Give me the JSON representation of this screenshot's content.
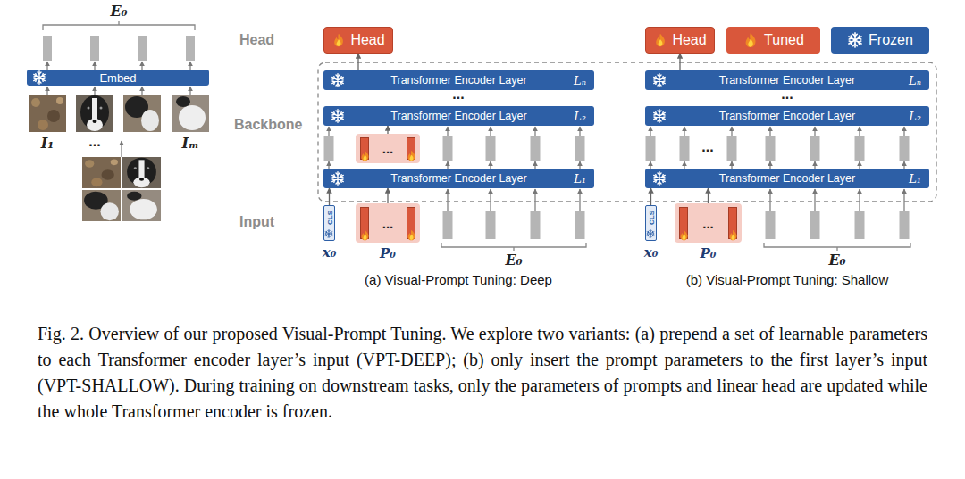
{
  "diagram": {
    "caption": "Fig. 2. Overview of our proposed Visual-Prompt Tuning. We explore two variants: (a) prepend a set of learnable parameters to each Transformer encoder layer’s input (VPT-DEEP); (b) only insert the prompt parameters to the first layer’s input (VPT-SHALLOW). During training on downstream tasks, only the parameters of prompts and linear head are updated while the whole Transformer encoder is frozen.",
    "nodes": [
      {
        "text": [
          "Embed"
        ]
      },
      {
        "text": [
          "Head"
        ]
      },
      {
        "text": [
          "Transformer Encoder Layer",
          "Lₙ"
        ]
      },
      {
        "text": [
          "Transformer Encoder Layer",
          "L₂"
        ]
      },
      {
        "text": [
          "..."
        ]
      },
      {
        "text": [
          "Transformer Encoder Layer",
          "L₁"
        ]
      },
      {
        "text": [
          "CLS",
          "x₀"
        ]
      },
      {
        "text": [
          "...",
          "P₀"
        ]
      },
      {
        "text": [
          "Head"
        ]
      },
      {
        "text": [
          "Transformer Encoder Layer",
          "Lₙ"
        ]
      },
      {
        "text": [
          "Transformer Encoder Layer",
          "L₂"
        ]
      },
      {
        "text": [
          "Transformer Encoder Layer",
          "L₁"
        ]
      },
      {
        "text": [
          "CLS",
          "x₀"
        ]
      },
      {
        "text": [
          "...",
          "P₀"
        ]
      }
    ],
    "edges": [
      {
        "from": 2,
        "to": 1,
        "arrow": "to"
      },
      {
        "from": 6,
        "to": 5,
        "arrow": "to"
      },
      {
        "from": 7,
        "to": 5,
        "arrow": "to"
      },
      {
        "from": 4,
        "to": 3,
        "arrow": "to"
      },
      {
        "from": 9,
        "to": 8,
        "arrow": "to"
      },
      {
        "from": 12,
        "to": 11,
        "arrow": "to"
      },
      {
        "from": 13,
        "to": 11,
        "arrow": "to"
      }
    ],
    "labels": [
      "E₀",
      "I₁",
      "...",
      "Iₘ",
      "Head",
      "Backbone",
      "Input",
      "...",
      "E₀",
      "(a) Visual-Prompt Tuning: Deep",
      "...",
      "...",
      "E₀",
      "(b) Visual-Prompt Tuning: Shallow"
    ],
    "legend": [
      {
        "text": "Tuned",
        "color": "#d9573b"
      },
      {
        "text": "Frozen",
        "color": "#2d5fa6"
      }
    ]
  }
}
